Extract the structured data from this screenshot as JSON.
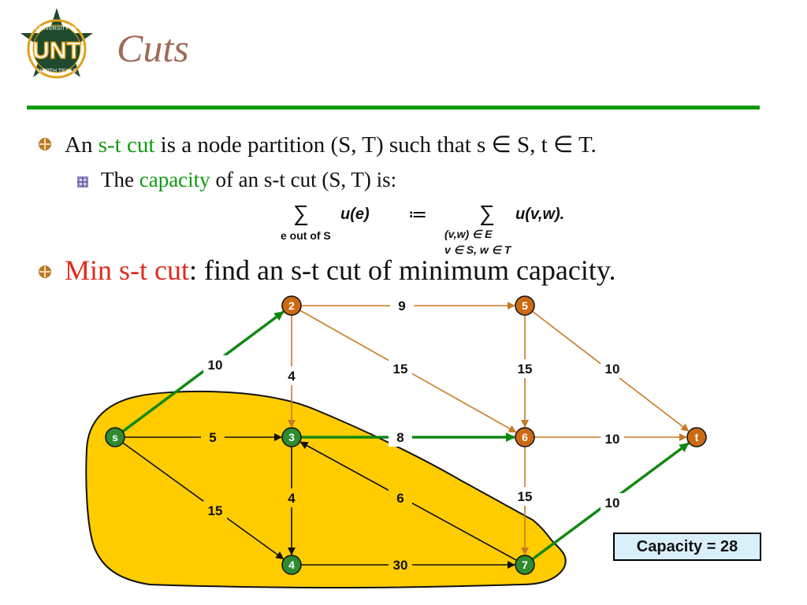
{
  "title": "Cuts",
  "logo": {
    "text": "UNT",
    "ring_top": "UNIVERSITY OF",
    "ring_bottom": "NORTH TEXAS"
  },
  "bullet1": {
    "pre": "An ",
    "term": "s-t cut",
    "post": " is a node partition (S, T) such that s ∈ S, t ∈ T."
  },
  "bullet2": {
    "pre": "The ",
    "term": "capacity",
    "post": " of an s-t cut (S, T) is:"
  },
  "formula": {
    "left_sum": "∑",
    "left_term": "u(e)",
    "left_sub": "e out of S",
    "assign": "≔",
    "right_sum": "∑",
    "right_term": "u(v,w).",
    "right_sub1": "(v,w) ∈ E",
    "right_sub2": "v ∈ S, w ∈ T"
  },
  "bullet3": {
    "term": "Min s-t cut",
    "post": ":  find an s-t cut of minimum capacity."
  },
  "graph": {
    "nodes": [
      {
        "id": "s",
        "label": "s",
        "side": "S"
      },
      {
        "id": "2",
        "label": "2",
        "side": "T"
      },
      {
        "id": "3",
        "label": "3",
        "side": "S"
      },
      {
        "id": "4",
        "label": "4",
        "side": "S"
      },
      {
        "id": "5",
        "label": "5",
        "side": "T"
      },
      {
        "id": "6",
        "label": "6",
        "side": "T"
      },
      {
        "id": "7",
        "label": "7",
        "side": "S"
      },
      {
        "id": "t",
        "label": "t",
        "side": "T"
      }
    ],
    "edges": [
      {
        "from": "s",
        "to": "2",
        "capacity": "10",
        "cut": true
      },
      {
        "from": "s",
        "to": "3",
        "capacity": "5",
        "cut": false
      },
      {
        "from": "s",
        "to": "4",
        "capacity": "15",
        "cut": false
      },
      {
        "from": "2",
        "to": "5",
        "capacity": "9",
        "cut": false
      },
      {
        "from": "2",
        "to": "3",
        "capacity": "4",
        "cut": false
      },
      {
        "from": "2",
        "to": "6",
        "capacity": "15",
        "cut": false
      },
      {
        "from": "3",
        "to": "6",
        "capacity": "8",
        "cut": true
      },
      {
        "from": "3",
        "to": "4",
        "capacity": "4",
        "cut": false
      },
      {
        "from": "4",
        "to": "7",
        "capacity": "30",
        "cut": false
      },
      {
        "from": "7",
        "to": "3",
        "capacity": "6",
        "cut": false
      },
      {
        "from": "5",
        "to": "6",
        "capacity": "15",
        "cut": false
      },
      {
        "from": "5",
        "to": "t",
        "capacity": "10",
        "cut": false
      },
      {
        "from": "6",
        "to": "t",
        "capacity": "10",
        "cut": false
      },
      {
        "from": "6",
        "to": "7",
        "capacity": "15",
        "cut": false
      },
      {
        "from": "7",
        "to": "t",
        "capacity": "10",
        "cut": true
      }
    ],
    "colors": {
      "s_node": "#2e8b2e",
      "t_node": "#cc6a14",
      "edge": "#c87a24",
      "edge_s": "#111111",
      "cut_edge": "#118811",
      "region_fill": "#ffcc00"
    }
  },
  "capacity_label": "Capacity = 28"
}
